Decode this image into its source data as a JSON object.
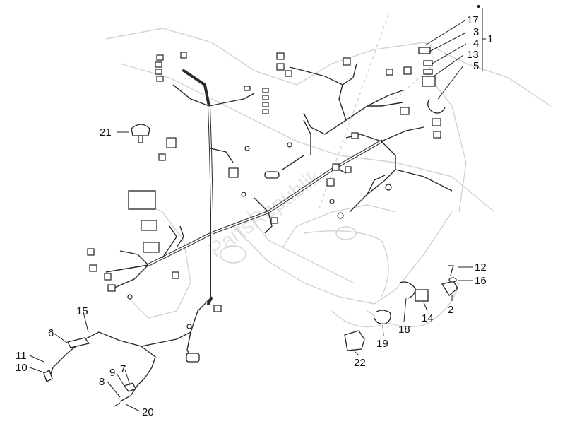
{
  "watermark": "PartsRepublik",
  "markers": {
    "top_dot": "•"
  },
  "labels": {
    "l1": "1",
    "l2": "2",
    "l3": "3",
    "l4": "4",
    "l5": "5",
    "l6": "6",
    "l7": "7",
    "l8": "8",
    "l9": "9",
    "l10": "10",
    "l11": "11",
    "l12": "12",
    "l13": "13",
    "l14": "14",
    "l15": "15",
    "l16": "16",
    "l17": "17",
    "l18": "18",
    "l19": "19",
    "l20": "20",
    "l21": "21",
    "l22": "22"
  }
}
